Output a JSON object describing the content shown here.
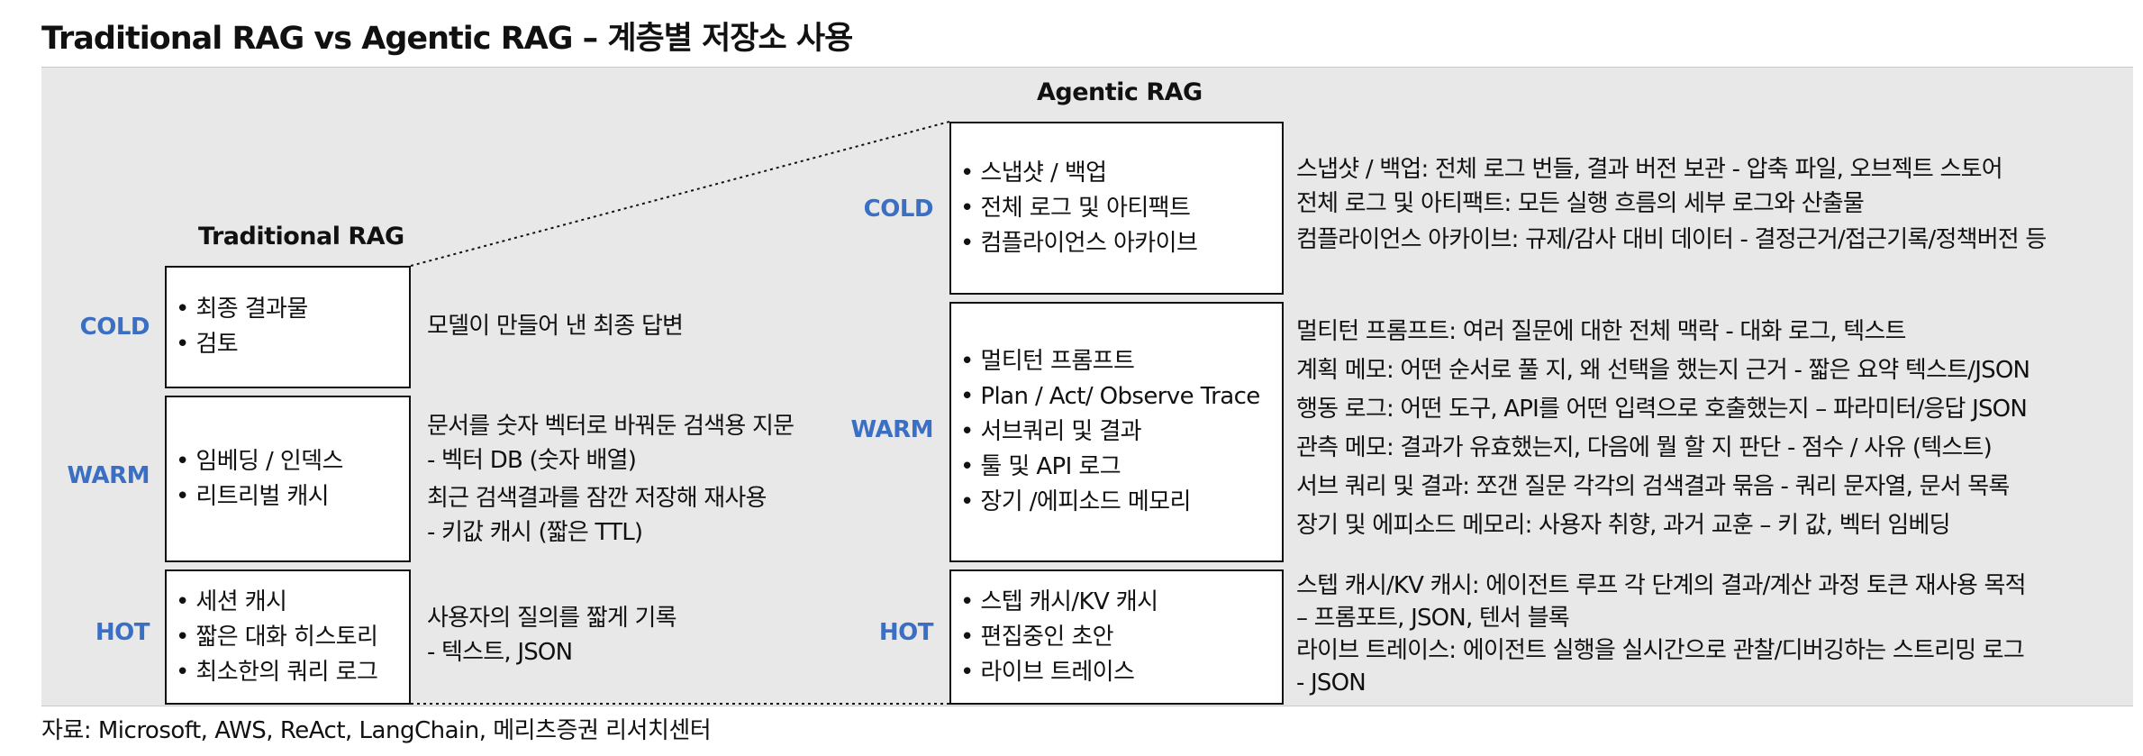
{
  "title": "Traditional RAG vs Agentic RAG – 계층별 저장소 사용",
  "traditional": {
    "heading": "Traditional RAG",
    "tiers": [
      {
        "label": "COLD",
        "items": [
          "최종 결과물",
          "검토"
        ],
        "desc": [
          [
            "모델이 만들어 낸 최종 답변"
          ]
        ]
      },
      {
        "label": "WARM",
        "items": [
          "임베딩 / 인덱스",
          "리트리벌 캐시"
        ],
        "desc": [
          [
            "문서를 숫자 벡터로 바꿔둔 검색용 지문",
            "- 벡터 DB (숫자 배열)"
          ],
          [
            "최근 검색결과를 잠깐 저장해 재사용",
            "- 키값 캐시 (짧은 TTL)"
          ]
        ]
      },
      {
        "label": "HOT",
        "items": [
          "세션 캐시",
          "짧은 대화 히스토리",
          "최소한의 쿼리 로그"
        ],
        "desc": [
          [
            "사용자의 질의를 짧게 기록",
            "- 텍스트, JSON"
          ]
        ]
      }
    ]
  },
  "agentic": {
    "heading": "Agentic RAG",
    "tiers": [
      {
        "label": "COLD",
        "items": [
          "스냅샷 / 백업",
          "전체 로그 및 아티팩트",
          "컴플라이언스 아카이브"
        ],
        "desc": [
          [
            "스냅샷 / 백업: 전체 로그 번들, 결과 버전 보관 - 압축 파일, 오브젝트 스토어"
          ],
          [
            "전체 로그 및 아티팩트: 모든 실행 흐름의 세부 로그와 산출물"
          ],
          [
            "컴플라이언스 아카이브: 규제/감사 대비 데이터 - 결정근거/접근기록/정책버전 등"
          ]
        ]
      },
      {
        "label": "WARM",
        "items": [
          "멀티턴 프롬프트",
          "Plan / Act/ Observe Trace",
          "서브쿼리 및 결과",
          "툴 및 API 로그",
          "장기 /에피소드 메모리"
        ],
        "desc": [
          [
            "멀티턴 프롬프트: 여러 질문에 대한 전체 맥락 - 대화 로그, 텍스트"
          ],
          [
            "계획 메모: 어떤 순서로 풀 지, 왜 선택을 했는지 근거 -  짧은 요약 텍스트/JSON"
          ],
          [
            "행동 로그: 어떤 도구, API를 어떤 입력으로 호출했는지 – 파라미터/응답 JSON"
          ],
          [
            "관측 메모: 결과가 유효했는지, 다음에 뭘 할 지 판단 - 점수 / 사유 (텍스트)"
          ],
          [
            "서브 쿼리 및 결과: 쪼갠 질문 각각의 검색결과 묶음 - 쿼리 문자열, 문서 목록"
          ],
          [
            "장기 및 에피소드 메모리: 사용자 취향, 과거 교훈 – 키 값, 벡터 임베딩"
          ]
        ]
      },
      {
        "label": "HOT",
        "items": [
          "스텝 캐시/KV 캐시",
          "편집중인 초안",
          "라이브 트레이스"
        ],
        "desc": [
          [
            "스텝 캐시/KV 캐시: 에이전트 루프 각 단계의 결과/계산 과정 토큰 재사용 목적",
            "– 프롬포트, JSON, 텐서 블록"
          ],
          [
            "라이브 트레이스: 에이전트 실행을 실시간으로 관찰/디버깅하는 스트리밍 로그",
            "- JSON"
          ]
        ]
      }
    ]
  },
  "source": "자료: Microsoft, AWS, ReAct, LangChain, 메리츠증권 리서치센터",
  "colors": {
    "tier_label": "#3b6fc4",
    "panel_bg": "#e8e8e8"
  }
}
